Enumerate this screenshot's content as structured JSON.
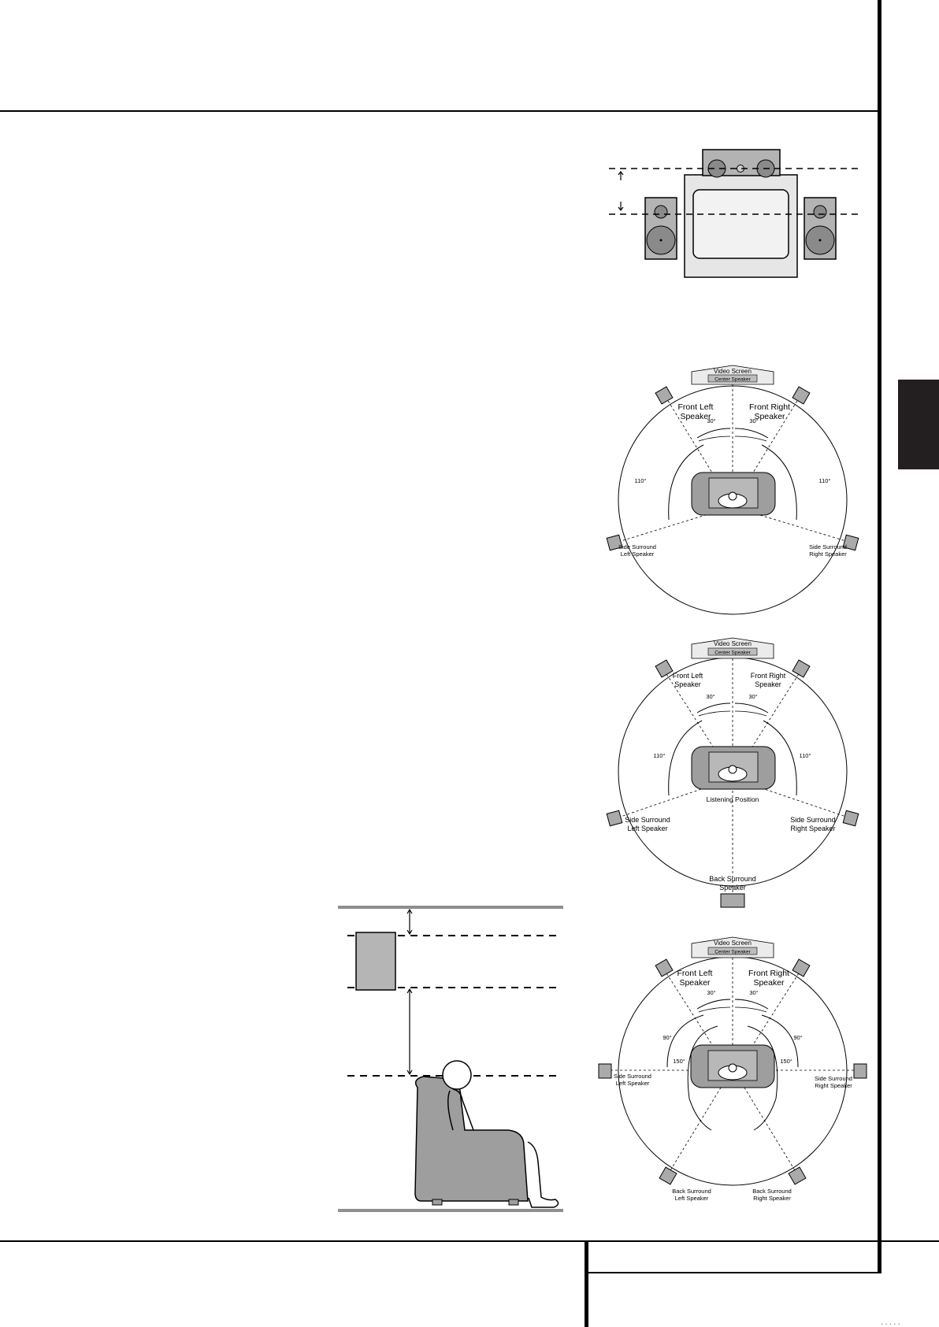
{
  "page": {
    "section_tab_color": "#231f20",
    "rule_color": "#000000"
  },
  "front_height_figure": {
    "icons": [
      "arrow-up-icon",
      "arrow-down-icon"
    ]
  },
  "diagram_5_1": {
    "video_screen": "Video Screen",
    "center_speaker": "Center Speaker",
    "front_left": [
      "Front Left",
      "Speaker"
    ],
    "front_right": [
      "Front Right",
      "Speaker"
    ],
    "angle_front": "30°",
    "angle_side": "110°",
    "side_left": [
      "Side Surround",
      "Left Speaker"
    ],
    "side_right": [
      "Side Surround",
      "Right Speaker"
    ]
  },
  "diagram_6_1": {
    "video_screen": "Video Screen",
    "center_speaker": "Center Speaker",
    "front_left": [
      "Front Left",
      "Speaker"
    ],
    "front_right": [
      "Front Right",
      "Speaker"
    ],
    "angle_front": "30°",
    "angle_side": "110°",
    "listening_position": "Listening Position",
    "side_left": [
      "Side Surround",
      "Left Speaker"
    ],
    "side_right": [
      "Side Surround",
      "Right Speaker"
    ],
    "back": [
      "Back Surround",
      "Speaker"
    ]
  },
  "diagram_7_1": {
    "video_screen": "Video Screen",
    "center_speaker": "Center Speaker",
    "front_left": [
      "Front Left",
      "Speaker"
    ],
    "front_right": [
      "Front Right",
      "Speaker"
    ],
    "angle_front": "30°",
    "angle_side": "90°",
    "angle_back": "150°",
    "side_left": [
      "Side Surround",
      "Left Speaker"
    ],
    "side_right": [
      "Side Surround",
      "Right Speaker"
    ],
    "back_left": [
      "Back Surround",
      "Left Speaker"
    ],
    "back_right": [
      "Back Surround",
      "Right Speaker"
    ]
  },
  "surround_height_figure": {
    "icons": [
      "double-arrow-icon",
      "double-arrow-icon"
    ]
  },
  "footer": {
    "page_number_partial": "....."
  }
}
